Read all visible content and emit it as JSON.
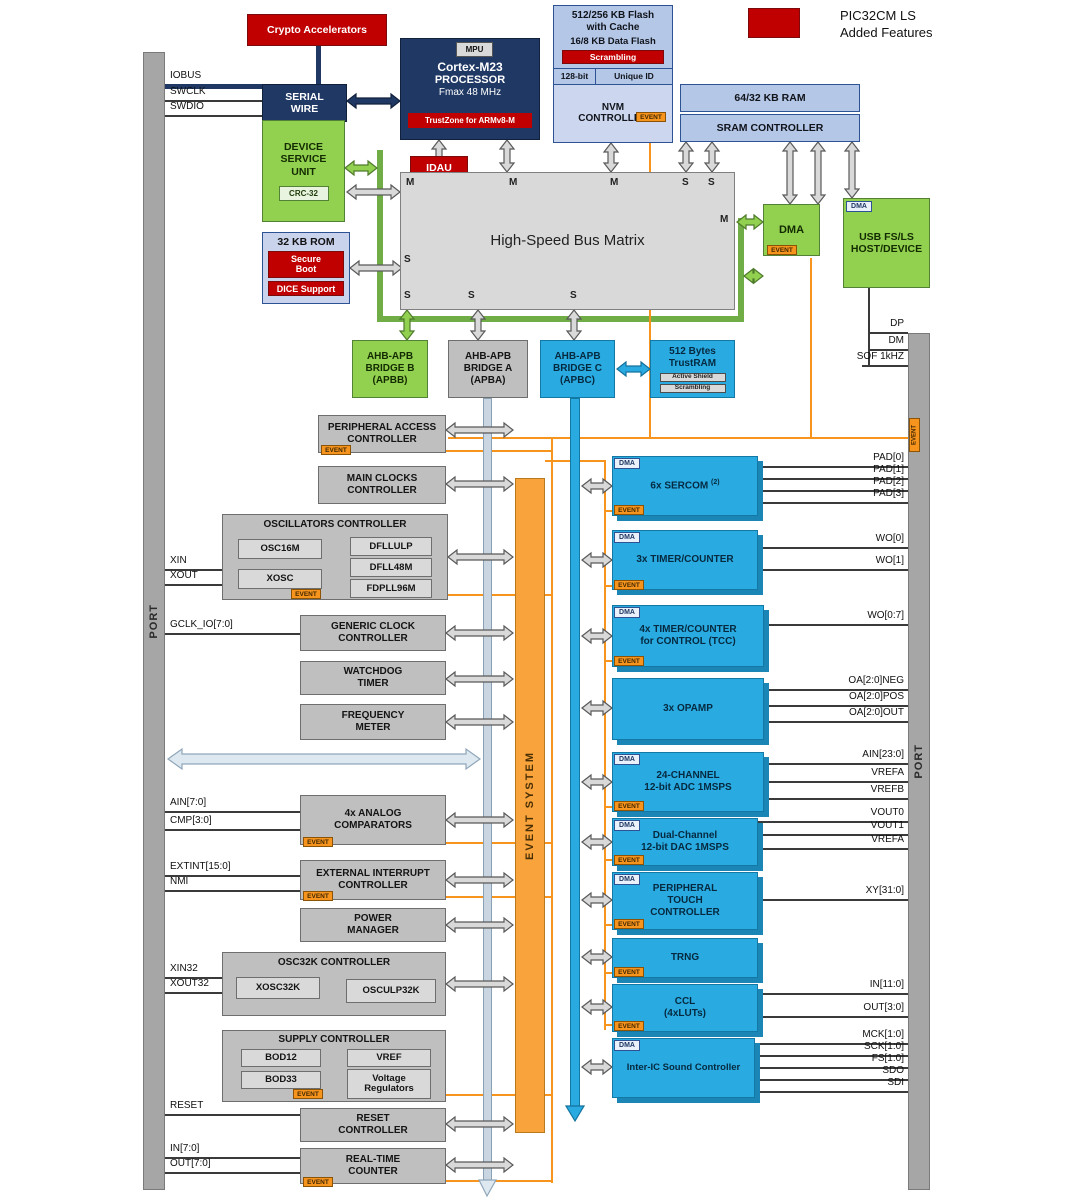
{
  "legend": {
    "line1": "PIC32CM LS",
    "line2": "Added Features"
  },
  "ports": {
    "left": "PORT",
    "right": "PORT"
  },
  "tags": {
    "dma": "DMA",
    "event": "EVENT"
  },
  "event_system": "EVENT SYSTEM",
  "top": {
    "crypto": "Crypto Accelerators",
    "serial_l1": "SERIAL",
    "serial_l2": "WIRE",
    "dsu_l1": "DEVICE",
    "dsu_l2": "SERVICE",
    "dsu_l3": "UNIT",
    "crc": "CRC-32",
    "idau": "IDAU",
    "mpu": "MPU",
    "cpu_l1": "Cortex-M23",
    "cpu_l2": "PROCESSOR",
    "cpu_l3": "Fmax 48 MHz",
    "trustzone": "TrustZone for ARMv8-M",
    "flash_l1": "512/256 KB Flash",
    "flash_l2": "with Cache",
    "data_flash": "16/8 KB Data Flash",
    "scrambling": "Scrambling",
    "unique_l": "128-bit",
    "unique_r": "Unique ID",
    "nvm_l1": "NVM",
    "nvm_l2": "CONTROLLER",
    "ram": "64/32 KB RAM",
    "sram": "SRAM CONTROLLER",
    "rom_title": "32 KB ROM",
    "secure_l1": "Secure",
    "secure_l2": "Boot",
    "dice": "DICE Support",
    "matrix_title": "High-Speed Bus Matrix",
    "dma": "DMA",
    "usb_l1": "USB FS/LS",
    "usb_l2": "HOST/DEVICE",
    "bridge_b_l1": "AHB-APB",
    "bridge_b_l2": "BRIDGE B",
    "bridge_b_l3": "(APBB)",
    "bridge_a_l1": "AHB-APB",
    "bridge_a_l2": "BRIDGE A",
    "bridge_a_l3": "(APBA)",
    "bridge_c_l1": "AHB-APB",
    "bridge_c_l2": "BRIDGE C",
    "bridge_c_l3": "(APBC)",
    "trustram_l1": "512 Bytes",
    "trustram_l2": "TrustRAM",
    "active_shield": "Active Shield",
    "trustram_scrambling": "Scrambling"
  },
  "matrix_ports": {
    "top": [
      "M",
      "M",
      "M",
      "S",
      "S"
    ],
    "bottom": [
      "S",
      "S",
      "S"
    ],
    "left": "S",
    "right": "M"
  },
  "left": {
    "pac_l1": "PERIPHERAL ACCESS",
    "pac_l2": "CONTROLLER",
    "mclk_l1": "MAIN CLOCKS",
    "mclk_l2": "CONTROLLER",
    "osc_title": "OSCILLATORS CONTROLLER",
    "osc16m": "OSC16M",
    "xosc": "XOSC",
    "dfllulp": "DFLLULP",
    "dfll48m": "DFLL48M",
    "fdpll96m": "FDPLL96M",
    "gclk_l1": "GENERIC CLOCK",
    "gclk_l2": "CONTROLLER",
    "wdt_l1": "WATCHDOG",
    "wdt_l2": "TIMER",
    "freq_l1": "FREQUENCY",
    "freq_l2": "METER",
    "ac_l1": "4x ANALOG",
    "ac_l2": "COMPARATORS",
    "eic_l1": "EXTERNAL INTERRUPT",
    "eic_l2": "CONTROLLER",
    "pm_l1": "POWER",
    "pm_l2": "MANAGER",
    "osc32k_title": "OSC32K CONTROLLER",
    "xosc32k": "XOSC32K",
    "osculp32k": "OSCULP32K",
    "supply_title": "SUPPLY CONTROLLER",
    "bod12": "BOD12",
    "bod33": "BOD33",
    "vref": "VREF",
    "vreg_l1": "Voltage",
    "vreg_l2": "Regulators",
    "rstc_l1": "RESET",
    "rstc_l2": "CONTROLLER",
    "rtc_l1": "REAL-TIME",
    "rtc_l2": "COUNTER"
  },
  "right": {
    "sercom": "6x SERCOM",
    "sercom_sup": "(2)",
    "tc": "3x TIMER/COUNTER",
    "tcc_l1": "4x TIMER/COUNTER",
    "tcc_l2": "for CONTROL (TCC)",
    "opamp": "3x OPAMP",
    "adc_l1": "24-CHANNEL",
    "adc_l2": "12-bit ADC 1MSPS",
    "dac_l1": "Dual-Channel",
    "dac_l2": "12-bit DAC 1MSPS",
    "ptc_l1": "PERIPHERAL",
    "ptc_l2": "TOUCH",
    "ptc_l3": "CONTROLLER",
    "trng": "TRNG",
    "ccl_l1": "CCL",
    "ccl_l2": "(4xLUTs)",
    "i2s": "Inter-IC Sound Controller"
  },
  "pins_left": [
    "IOBUS",
    "SWCLK",
    "SWDIO",
    "XIN",
    "XOUT",
    "GCLK_IO[7:0]",
    "AIN[7:0]",
    "CMP[3:0]",
    "EXTINT[15:0]",
    "NMI",
    "XIN32",
    "XOUT32",
    "RESET",
    "IN[7:0]",
    "OUT[7:0]"
  ],
  "pins_right": [
    "DP",
    "DM",
    "SOF 1kHZ",
    "PAD[0]",
    "PAD[1]",
    "PAD[2]",
    "PAD[3]",
    "WO[0]",
    "WO[1]",
    "WO[0:7]",
    "OA[2:0]NEG",
    "OA[2:0]POS",
    "OA[2:0]OUT",
    "AIN[23:0]",
    "VREFA",
    "VREFB",
    "VOUT0",
    "VOUT1",
    "VREFA",
    "XY[31:0]",
    "IN[11:0]",
    "OUT[3:0]",
    "MCK[1:0]",
    "SCK[1:0]",
    "FS[1:0]",
    "SDO",
    "SDI"
  ],
  "colors": {
    "navy": "#1f3864",
    "red": "#c00000",
    "green": "#92d050",
    "cyan": "#29abe2",
    "orange": "#f7941d",
    "gray": "#bfbfbf"
  }
}
